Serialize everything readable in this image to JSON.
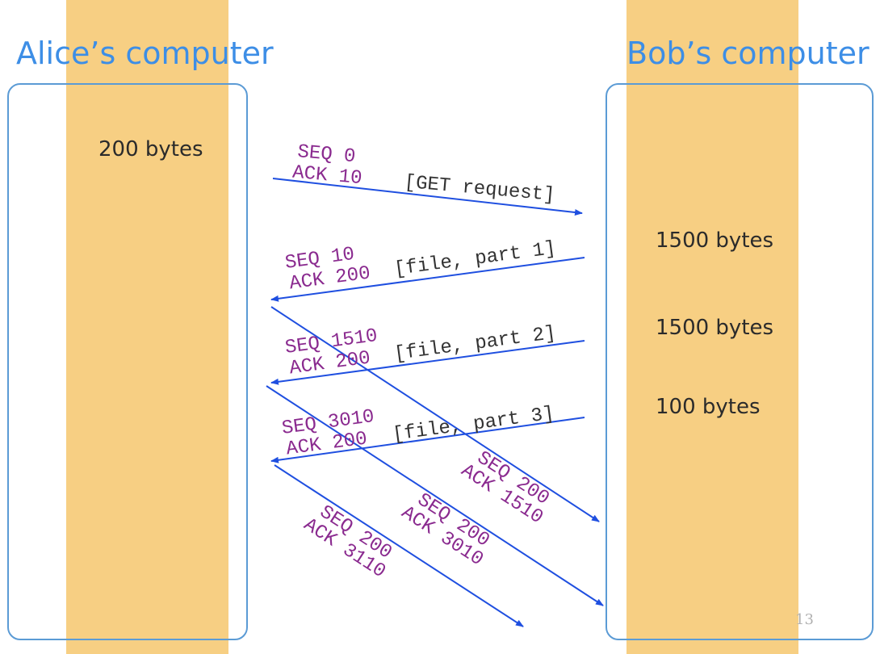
{
  "titles": {
    "alice": "Alice’s computer",
    "bob": "Bob’s computer"
  },
  "alice_buffer": "200 bytes",
  "bob_buffers": [
    "1500 bytes",
    "1500 bytes",
    "100 bytes"
  ],
  "messages": [
    {
      "seq": "SEQ 0",
      "ack": "ACK 10",
      "payload": "[GET request]",
      "direction": "alice-to-bob"
    },
    {
      "seq": "SEQ 10",
      "ack": "ACK 200",
      "payload": "[file, part 1]",
      "direction": "bob-to-alice"
    },
    {
      "seq": "SEQ 1510",
      "ack": "ACK 200",
      "payload": "[file, part 2]",
      "direction": "bob-to-alice"
    },
    {
      "seq": "SEQ 3010",
      "ack": "ACK 200",
      "payload": "[file, part 3]",
      "direction": "bob-to-alice"
    },
    {
      "seq": "SEQ 200",
      "ack": "ACK 1510",
      "payload": "",
      "direction": "alice-to-bob"
    },
    {
      "seq": "SEQ 200",
      "ack": "ACK 3010",
      "payload": "",
      "direction": "alice-to-bob"
    },
    {
      "seq": "SEQ 200",
      "ack": "ACK 3110",
      "payload": "",
      "direction": "alice-to-bob"
    }
  ],
  "page_number": "13",
  "colors": {
    "stripe": "#f7cf83",
    "box": "#5b9bd5",
    "title": "#3d8ee6",
    "arrow": "#1f4fe0",
    "seq_ack": "#8a2a8f",
    "payload": "#333333"
  }
}
